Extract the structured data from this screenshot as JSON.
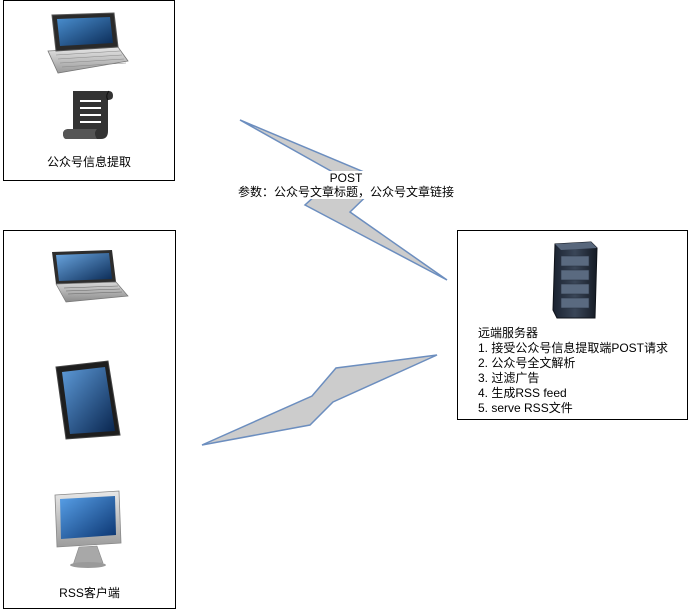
{
  "extractor": {
    "label": "公众号信息提取"
  },
  "server": {
    "title": "远端服务器",
    "steps": [
      "1. 接受公众号信息提取端POST请求",
      "2. 公众号全文解析",
      "3. 过滤广告",
      "4. 生成RSS feed",
      "5. serve RSS文件"
    ]
  },
  "client": {
    "label": "RSS客户端"
  },
  "connection_top": {
    "line1": "POST",
    "line2": "参数：公众号文章标题，公众号文章链接"
  },
  "colors": {
    "bolt_fill": "#cccccc",
    "bolt_stroke": "#6c8ebf"
  }
}
